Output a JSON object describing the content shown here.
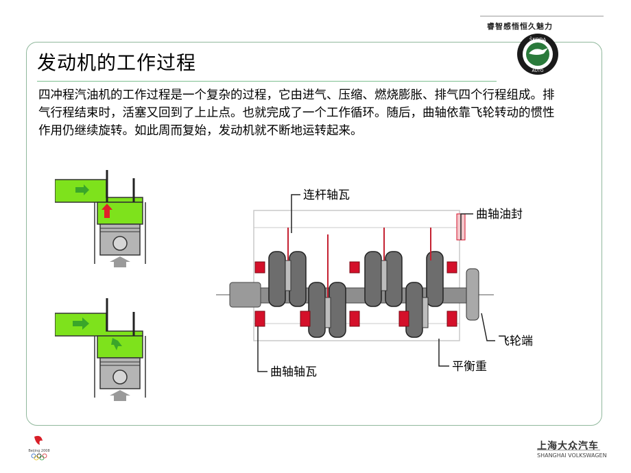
{
  "header": {
    "slogan": "睿智感悟恒久魅力",
    "logo_text": "ŠKODA",
    "logo_sub": "AUTO"
  },
  "slide": {
    "title": "发动机的工作过程",
    "body": "四冲程汽油机的工作过程是一个复杂的过程，它由进气、压缩、燃烧膨胀、排气四个行程组成。排气行程结束时，活塞又回到了上止点。也就完成了一个工作循环。随后，曲轴依靠飞轮转动的惯性作用仍继续旋转。如此周而复始，发动机就不断地运转起来。"
  },
  "diagram": {
    "labels": {
      "conrod_bearing": "连杆轴瓦",
      "oil_seal": "曲轴油封",
      "flywheel_end": "飞轮端",
      "balance_weight": "平衡重",
      "main_bearing": "曲轴轴瓦"
    }
  },
  "footer": {
    "brand_cn": "上海大众汽车",
    "brand_en": "SHANGHAI VOLKSWAGEN"
  },
  "colors": {
    "intake_green": "#7ee21c",
    "piston_gray": "#b5b5b5",
    "arrow_red": "#e0202a",
    "bearing_red": "#d4102a",
    "frame_green": "#8fb79b"
  }
}
